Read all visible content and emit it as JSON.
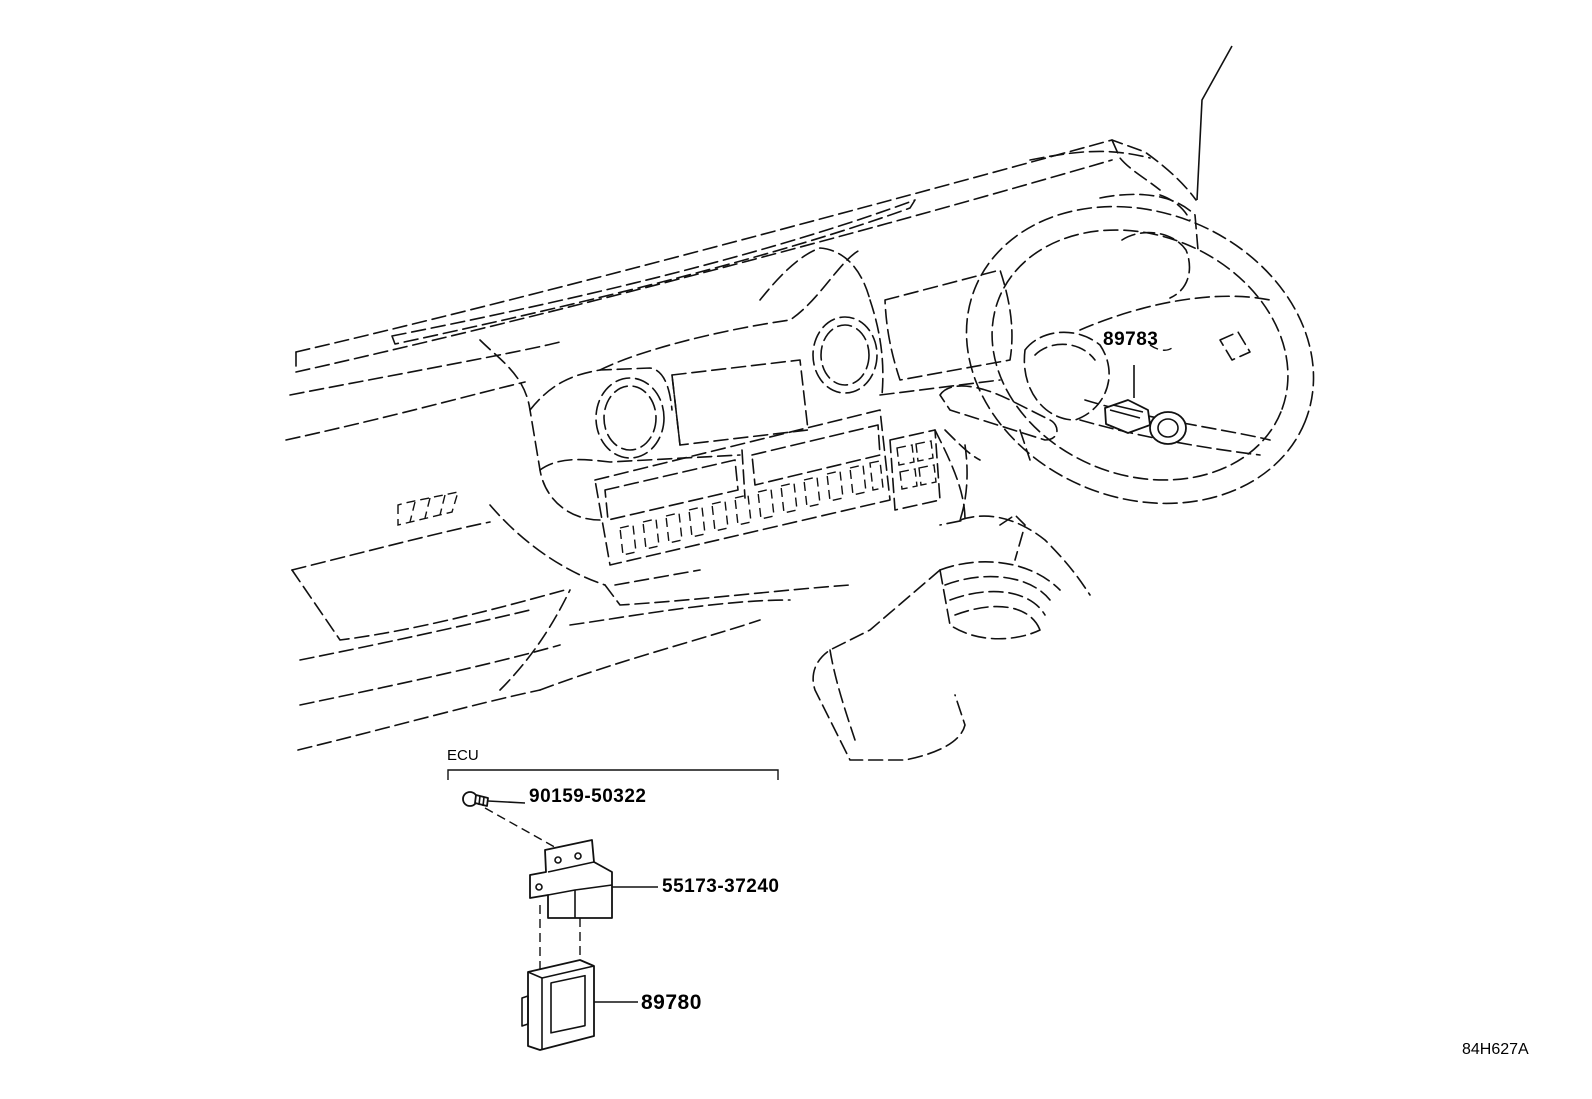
{
  "diagram": {
    "group_label": "ECU",
    "drawing_code": "84H627A",
    "callouts": [
      {
        "part": "89783"
      },
      {
        "part": "90159-50322"
      },
      {
        "part": "55173-37240"
      },
      {
        "part": "89780"
      }
    ]
  }
}
